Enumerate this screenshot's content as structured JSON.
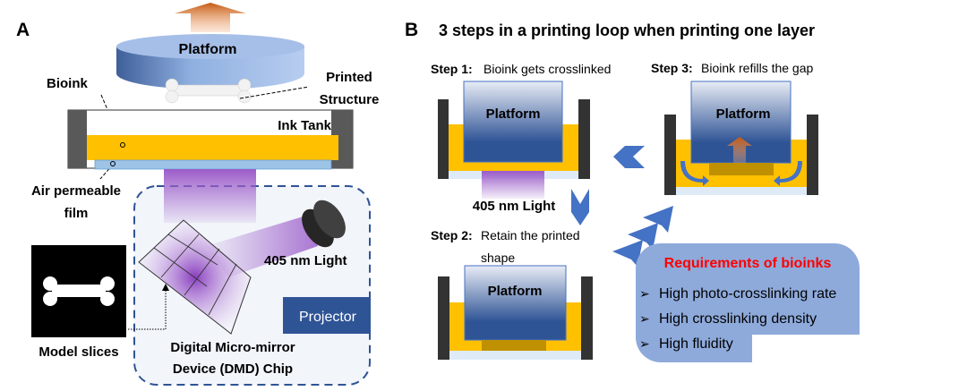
{
  "panel_a": {
    "label": "A",
    "platform": "Platform",
    "printed_structure": [
      "Printed",
      "Structure"
    ],
    "bioink": "Bioink",
    "ink_tank": "Ink Tank",
    "air_film": [
      "Air permeable",
      "film"
    ],
    "light": "405 nm Light",
    "projector": "Projector",
    "model_slices": "Model slices",
    "dmd": [
      "Digital Micro-mirror",
      "Device (DMD) Chip"
    ]
  },
  "panel_b": {
    "label": "B",
    "title": "3 steps in a printing loop when printing one layer",
    "step1": {
      "label": "Step 1:",
      "text": "Bioink gets crosslinked",
      "platform": "Platform",
      "light": "405 nm Light"
    },
    "step2": {
      "label": "Step 2:",
      "text": "Retain the printed",
      "text2": "shape",
      "platform": "Platform"
    },
    "step3": {
      "label": "Step 3:",
      "text": "Bioink refills the gap",
      "platform": "Platform"
    },
    "requirements": {
      "title": "Requirements of bioinks",
      "items": [
        "High photo-crosslinking rate",
        "High crosslinking density",
        "High fluidity"
      ]
    }
  },
  "colors": {
    "bioink": "#ffc000",
    "platform": "#2f5496",
    "light": "#7030a0",
    "requirements_bg": "#8eaadb",
    "requirements_title": "#ff0000",
    "arrow": "#4472c4"
  }
}
